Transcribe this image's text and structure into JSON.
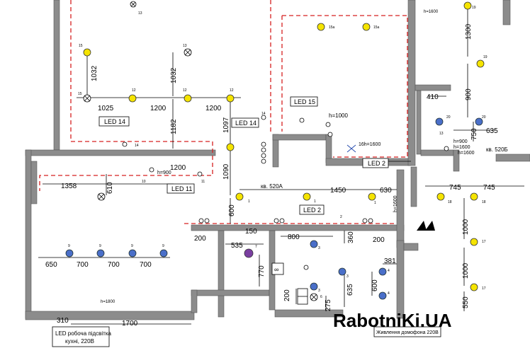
{
  "labels": {
    "led14_a": "LED 14",
    "led14_b": "LED 14",
    "led15": "LED 15",
    "led11": "LED 11",
    "led2_a": "LED 2",
    "led2_b": "LED 2",
    "kv520a": "кв. 520А",
    "kv520b": "кв. 520Б",
    "kitchen_line1": "LED робоча підсвітка",
    "kitchen_line2": "кухні, 220В",
    "power_note": "Живлення домофона 220В"
  },
  "dims": {
    "d1032a": "1032",
    "d1032b": "1032",
    "d1025": "1025",
    "d1200a": "1200",
    "d1200b": "1200",
    "d1182": "1182",
    "d1097": "1097",
    "d1090": "1090",
    "d1200c": "1200",
    "d1358": "1358",
    "d610": "610",
    "d600": "600",
    "d150": "150",
    "d200a": "200",
    "d535": "535",
    "d770": "770",
    "d200b": "200",
    "d800": "800",
    "d360": "360",
    "d200c": "200",
    "d635a": "635",
    "d600b": "600",
    "d275": "275",
    "d381": "381",
    "d1450": "1450",
    "d630": "630",
    "d650": "650",
    "d700a": "700",
    "d700b": "700",
    "d700c": "700",
    "d310": "310",
    "d1700": "1700",
    "d1300": "1300",
    "d410": "410",
    "d900": "900",
    "d750": "750",
    "d635b": "635",
    "d745a": "745",
    "d745b": "745",
    "d1000a": "1000",
    "d1000b": "1000",
    "d550": "550"
  },
  "heights": {
    "h1600_top": "h=1600",
    "h1000": "h=1000",
    "h1600_16": "16h=1600",
    "h900": "h=900",
    "h1600_b": "h=1600",
    "h900_b": "h=900",
    "h1600_c": "h=1600",
    "h1800": "h=1800",
    "h1600_d": "h=1600"
  },
  "lamp_numbers": {
    "n15a": "15a",
    "n15b": "15a",
    "n15c": "15",
    "n13": "13",
    "n12a": "12",
    "n12b": "12",
    "n12c": "12",
    "n13b": "13",
    "n15d": "15",
    "n19a": "19",
    "n19b": "19",
    "n20a": "20",
    "n20b": "20",
    "n18a": "18",
    "n18b": "18",
    "n17a": "17",
    "n17b": "17",
    "n9a": "9",
    "n9b": "9",
    "n9c": "9",
    "n9d": "9",
    "n1a": "1",
    "n1b": "1",
    "n1c": "1",
    "n7": "7",
    "n3a": "3",
    "n3b": "3",
    "n3c": "3",
    "n4a": "4",
    "n4b": "4",
    "n6": "6",
    "n10": "10",
    "n14": "14",
    "n14b": "14",
    "n11": "11",
    "n2": "2",
    "n13c": "13"
  },
  "watermark": "RabotniKi.UA"
}
